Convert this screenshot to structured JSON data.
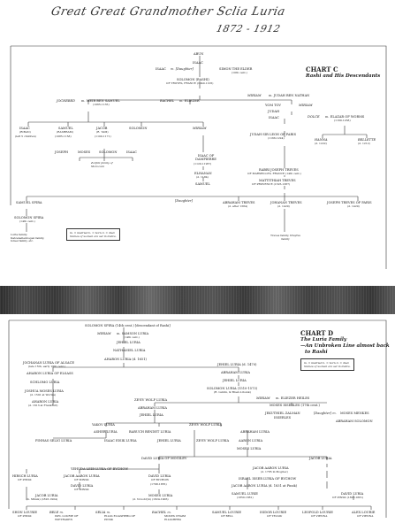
{
  "header": {
    "handwriting": "Great Great Grandmother Sclia Luria",
    "years": "1872 - 1912"
  },
  "chart_c": {
    "title": "CHART C",
    "subtitle": "Rashi and His Descendants",
    "names": {
      "abun": "ABUN",
      "isaac_top": "ISAAC",
      "isaac_daughter": "ISAAC",
      "daughter": "[Daughter]",
      "simon": "SIMON THE ELDER",
      "simon_date": "(10th cent.)",
      "solomon": "SOLOMON (RASHI)",
      "solomon_sub": "OF TROYES, FRANCE (1040-1105)",
      "jochebed": "JOCHEBED",
      "meir": "MEIR BEN SAMUEL",
      "meir_date": "(1065-1135)",
      "rachel": "RACHEL",
      "eliezer": "ELIEZER",
      "miriam": "MIRIAM",
      "judah_ben_nathan": "JUDAH BEN NATHAN",
      "yom_tov": "YOM TOV",
      "miriam2": "MIRIAM",
      "judah": "JUDAH",
      "isaac2": "ISAAC",
      "dolce": "DOLCE",
      "elazar": "ELAZAR OF WORMS",
      "elazar_date": "(1160-1238)",
      "hanna": "HANNA",
      "bellette": "BELLETTE",
      "hanna_date": "(d. 1222)",
      "bellette_date": "(d. 1212)",
      "isaac_riban": "ISAAC",
      "riban_sub": "(RIBAN)",
      "riban_note": "(left 5 children)",
      "samuel_rashbam": "SAMUEL",
      "rashbam": "(RASHBAM)",
      "rashbam_date": "(1085-1158)",
      "jacob_tam": "JACOB",
      "tam": "(R. TAM)",
      "tam_date": "(1100-1171)",
      "solomon2": "SOLOMON",
      "miriam3": "MIRIAM",
      "joseph": "JOSEPH",
      "moses": "MOSES",
      "solomon3": "SOLOMON",
      "isaac3": "ISAAC",
      "tam_note": "Zorfati family of Moroccan",
      "isaac_dampierre": "ISAAC OF DAMPIERRE",
      "dampierre_date": "(1120-1195?)",
      "elhanan": "ELHANAN",
      "elhanan_date": "(d. 1184)",
      "samuel": "SAMUEL",
      "judah_leon": "JUDAH SIR LEON OF PARIS",
      "judah_leon_date": "(1166-1224)",
      "rabbi_joseph": "RABBI JOSEPH TREVES",
      "rabbi_joseph_sub": "OF MARSEILLES, FRANCE (14th cent.)",
      "matityahu": "MATTITHIAH TREVES",
      "matityahu_sub": "OF PROVENCE (1325-1387)",
      "samuel_spira": "SAMUEL SPIRA",
      "solomon_spira": "SOLOMON SPIRA",
      "solomon_spira_date": "(14th cent.)",
      "daughter2": "[Daughter]",
      "abraham_treves": "ABRAHAM TREVES",
      "abraham_date": "(d. after 1384)",
      "johanan": "JOHANAN TREVES",
      "johanan_date": "(d. 1429)",
      "joseph_treves": "JOSEPH TREVES OF PARIS",
      "joseph_treves_date": "(d. 1429)",
      "luria_note": "Luria family, Katzenellenbogen family, Israel family, etc.",
      "treves_note": "Treves family, Dreyfus family"
    },
    "legend": {
      "line1": "m. = married    b. = born    d. = died",
      "line2": "Names of women are set in italics."
    }
  },
  "chart_d": {
    "title": "CHART D",
    "subtitle1": "The Luria Family",
    "subtitle2": "—An Unbroken Line almost back",
    "subtitle3": "to Rashi",
    "legend": {
      "line1": "m. = married    b. = born    d. = died",
      "line2": "Names of women are set in italics."
    },
    "names": {
      "solomon_spira": "SOLOMON SPIRA (14th cent.) [descendant of Rashi]",
      "miriam": "MIRIAM",
      "samson": "SAMSON LURIA",
      "samson_date": "(14th cent.)",
      "jehiel": "JEHIEL LURIA",
      "nathaniel": "NATHANIEL LURIA",
      "aharon": "AHARON LURIA (d. 1651)",
      "jochanan": "JOCHANAN LURIA OF ALSACE",
      "jochanan_date": "(late 15th, early 16th cent.)",
      "aharon2": "AHARON LURIA OF ELSASS",
      "schlomo": "SCHLOMO LURIA",
      "joshua": "JOSHUA MOSES LURIA",
      "joshua_date": "(d. 1591 at Worms)",
      "aharon3": "AHARON LURIA",
      "aharon3_date": "(d. 1613 at Frankfurt)",
      "jehiel2": "JEHIEL LURIA (d. 1470)",
      "abraham": "ABRAHAM LURIA",
      "jehiel3": "JEHIEL LURIA",
      "solomon_luria": "SOLOMON LURIA (1510-1573)",
      "solomon_sub": "(R. Lublin, & Brest-Litovsk)",
      "zeev": "ZE'EV WOLF LURIA",
      "miriam2": "MIRIAM",
      "eliezer": "ELIEZER HEILES",
      "moses_heiles": "MOSES ISSERLES (17th cent.)",
      "yehuthiel": "JEKUTHIEL ZALMAN",
      "daughter": "[Daughter]",
      "moses_menkes": "MOSES MENKES",
      "isserles": "ISSERLES",
      "abraham_solomon": "ABRAHAM SOLOMON",
      "abraham2": "ABRAHAM LURIA",
      "jehiel4": "JEHIEL LURIA",
      "yakov": "YAKOV LURIA",
      "zeev2": "ZE'EV WOLF LURIA",
      "asher": "ASHER LURIA",
      "baruch": "BARUCH BENDET LURIA",
      "abraham3": "ABRAHAM LURIA",
      "pinhas": "PINHAS SELIG LURIA",
      "isaac_eisik": "ISAAC EISIK LURIA",
      "jehiel5": "JEHIEL LURIA",
      "zeev3": "ZE'EV WOLF LURIA",
      "aaron": "AARON LURIA",
      "moses": "MOSES LURIA",
      "david_mogilev": "DAVID LURIA OF MOGILEV",
      "jacob_luria": "JACOB LURIA",
      "yehuda": "YEHUDA LEIB LURIA OF BYCHOW",
      "jacob_aaron": "JACOB AARON LURIA",
      "jacob_aaron_date": "(d. 1785 in Mogilev)",
      "israel_isser": "ISRAEL ISSER LURIA OF BYCHOW",
      "jacob_aaron2": "JACOB AARON LURIA (d. 1831 at Pinsk)",
      "hirsch": "HIRSCH LURIA",
      "hirsch_sub": "OF PINSK",
      "jacob_aaron3": "JACOB AARON LURIA",
      "of_minsk": "OF MINSK",
      "david2": "DAVID LURIA",
      "david2_sub": "OF MINSK",
      "david3": "DAVID LURIA",
      "david3_sub": "OF BYCHOW",
      "david3_date": "(1798-1855)",
      "moses2": "MOSES LURIA",
      "moses2_sub": "(d. Novobryk) (1824-1906)",
      "jacob_minsk": "JACOB LURIA",
      "jacob_minsk_sub": "(b. Minsk) (1826-1904)",
      "samuel": "SAMUEL LURIE",
      "samuel_date": "(1850-1881)",
      "david4": "DAVID LURIA",
      "david4_sub": "OF PINSK (1828-1881)",
      "shon": "SHON LOURIE",
      "shon_sub": "OF PINSK",
      "bele": "BELE",
      "bele_m": "ISEL LOURIE OF WIETRADEN",
      "selia": "SELIA",
      "selia_m": "ELIAS ELIASHEBG OF PINSK",
      "rachel": "RACHEL",
      "rachel_m": "MOSES CHAIM ELIASHEBG",
      "samuel2": "SAMUEL LOURIE",
      "samuel2_sub": "OF BELL",
      "isidor": "ISIDOR LOURIE",
      "isidor_sub": "OF TELSIU",
      "leopold": "LEOPOLD LOURIE",
      "leopold_sub": "OF VIENNA",
      "alex": "ALEX LOURIE",
      "alex_sub": "OF VIENNA"
    }
  }
}
